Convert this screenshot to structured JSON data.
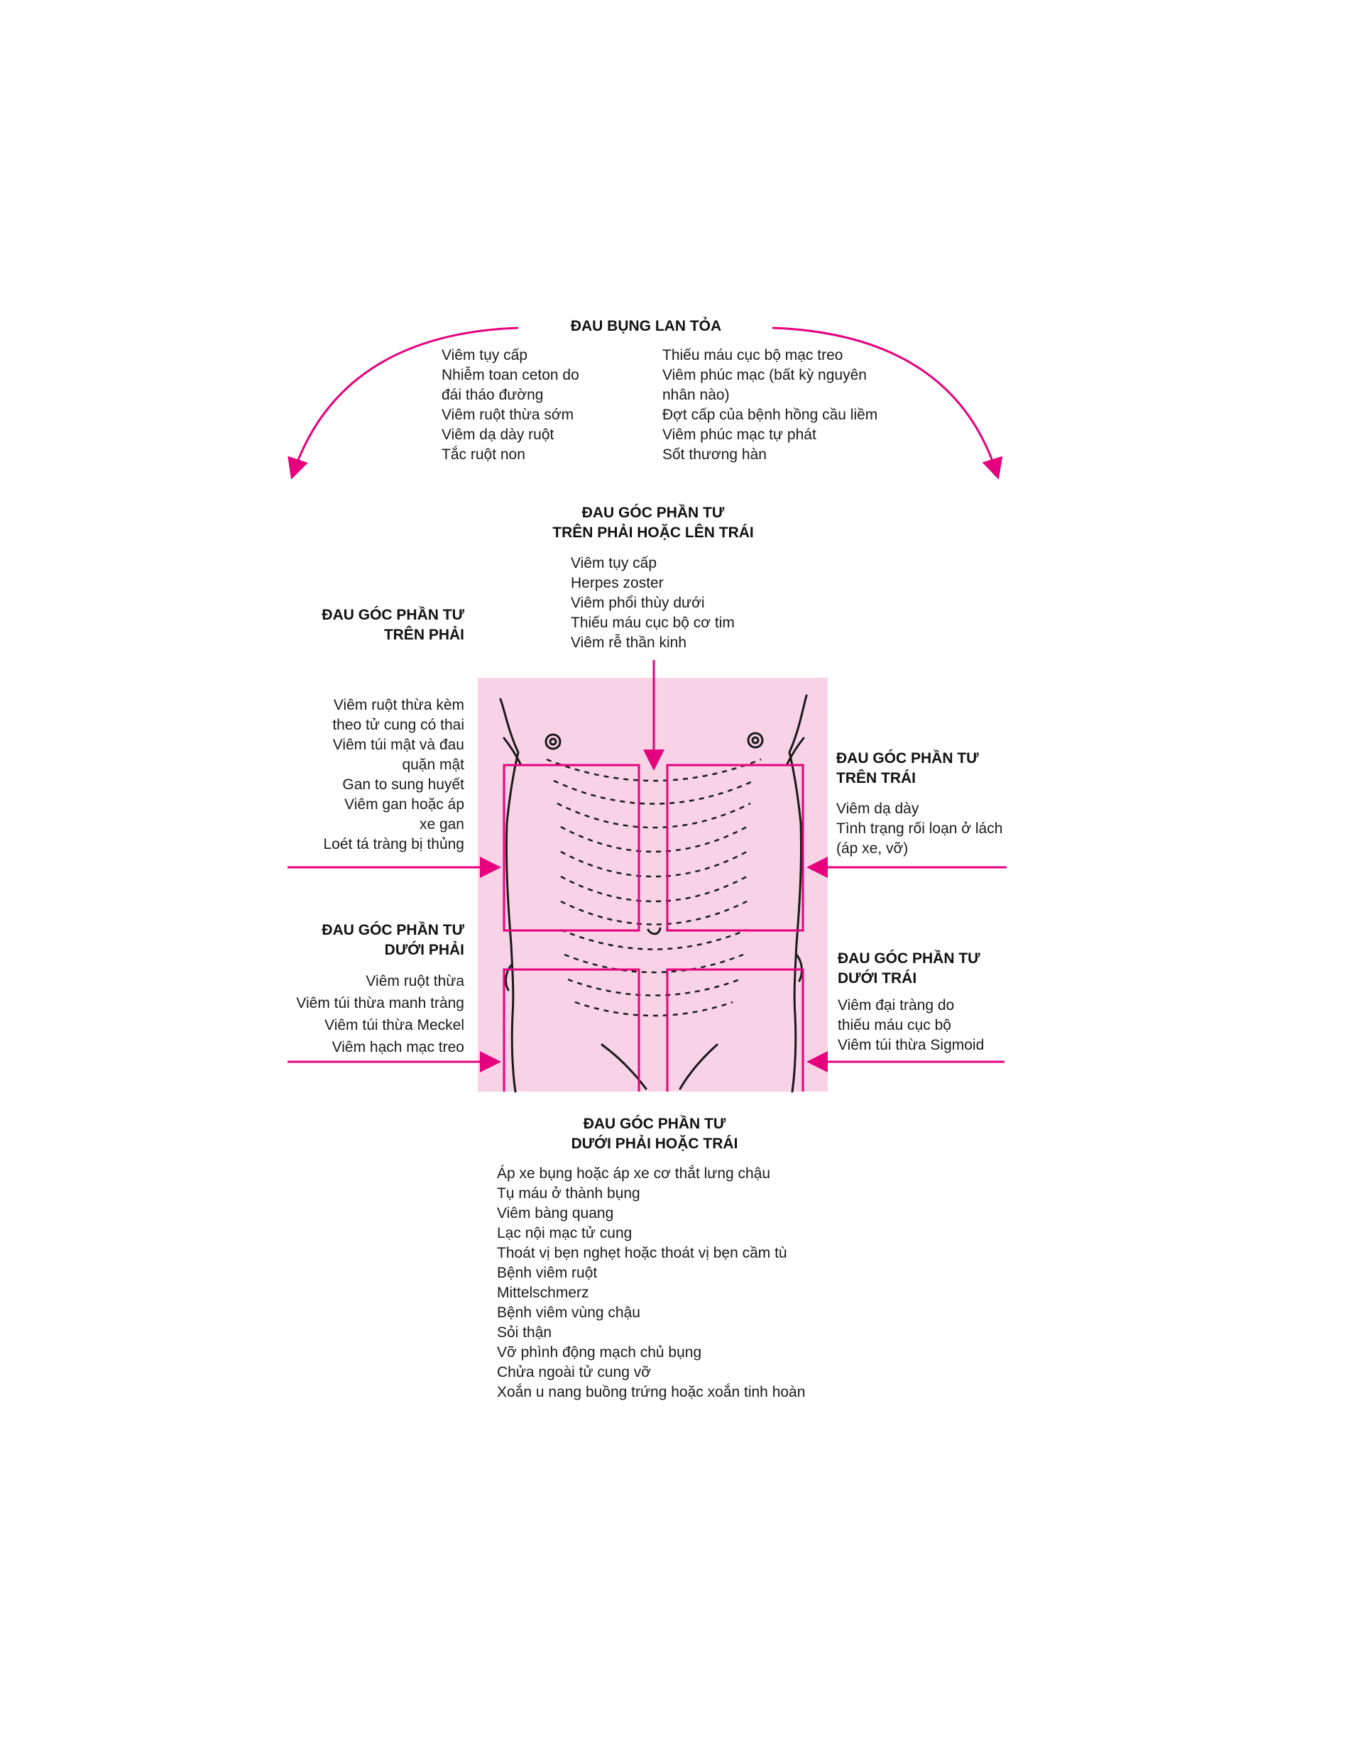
{
  "colors": {
    "accent": "#e6007e",
    "region_fill": "#f8d3e6",
    "text": "#1a1a1a",
    "outline": "#1a1a1a"
  },
  "diffuse": {
    "title": "ĐAU BỤNG LAN TỎA",
    "left_items": [
      "Viêm tụy cấp",
      "Nhiễm toan ceton do",
      "đái tháo đường",
      "Viêm ruột thừa sớm",
      "Viêm dạ dày ruột",
      "Tắc ruột non"
    ],
    "right_items": [
      "Thiếu máu cục bộ mạc treo",
      "Viêm phúc mạc (bất kỳ nguyên",
      "nhân nào)",
      "Đợt cấp của bệnh hồng cầu liềm",
      "Viêm phúc mạc tự phát",
      "Sốt thương hàn"
    ]
  },
  "upper_either": {
    "title_lines": [
      "ĐAU GÓC PHẦN TƯ",
      "TRÊN PHẢI HOẶC LÊN TRÁI"
    ],
    "items": [
      "Viêm tụy cấp",
      "Herpes zoster",
      "Viêm phổi thùy dưới",
      "Thiếu máu cục bộ cơ tim",
      "Viêm rễ thần kinh"
    ]
  },
  "ruq": {
    "title_lines": [
      "ĐAU GÓC PHẦN TƯ",
      "TRÊN PHẢI"
    ],
    "items": [
      "Viêm ruột thừa kèm",
      "theo tử cung có thai",
      "Viêm túi mật và đau",
      "quặn mật",
      "Gan to sung huyết",
      "Viêm gan hoặc áp",
      "xe gan",
      "Loét tá tràng bị thủng"
    ]
  },
  "luq": {
    "title_lines": [
      "ĐAU GÓC PHẦN TƯ",
      "TRÊN TRÁI"
    ],
    "items": [
      "Viêm dạ dày",
      "Tình trạng rối loạn ở lách",
      "(áp xe, vỡ)"
    ]
  },
  "rlq": {
    "title_lines": [
      "ĐAU GÓC PHẦN TƯ",
      "DƯỚI PHẢI"
    ],
    "items": [
      "Viêm ruột thừa",
      "Viêm túi thừa manh tràng",
      "Viêm túi thừa Meckel",
      "Viêm hạch mạc treo"
    ]
  },
  "llq": {
    "title_lines": [
      "ĐAU GÓC PHẦN TƯ",
      "DƯỚI TRÁI"
    ],
    "items": [
      "Viêm đại tràng do",
      "thiếu máu cục bộ",
      "Viêm túi thừa Sigmoid"
    ]
  },
  "lower_either": {
    "title_lines": [
      "ĐAU GÓC PHẦN TƯ",
      "DƯỚI PHẢI HOẶC TRÁI"
    ],
    "items": [
      "Áp xe bụng hoặc áp xe cơ thắt lưng chậu",
      "Tụ máu ở thành bụng",
      "Viêm bàng quang",
      "Lạc nội mạc tử cung",
      "Thoát vị bẹn nghẹt hoặc thoát vị bẹn cầm tù",
      "Bệnh viêm ruột",
      "Mittelschmerz",
      "Bệnh viêm vùng chậu",
      "Sỏi thận",
      "Vỡ phình động mạch chủ bụng",
      "Chửa ngoài tử cung vỡ",
      "Xoắn u nang buồng trứng hoặc xoắn tinh hoàn"
    ]
  }
}
